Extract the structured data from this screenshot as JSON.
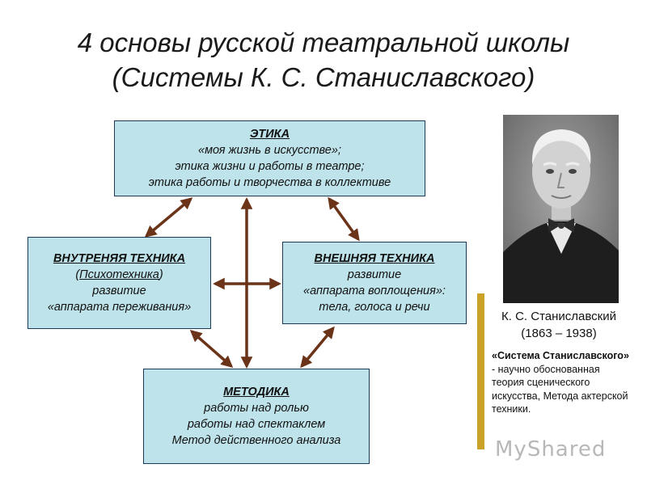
{
  "title": {
    "line1": "4 основы русской театральной школы",
    "line2": "(Системы К. С. Станиславского)"
  },
  "boxes": {
    "ethics": {
      "heading": "ЭТИКА",
      "lines": [
        "«моя жизнь в искусстве»;",
        "этика жизни и работы в театре;",
        "этика работы и творчества в коллективе"
      ]
    },
    "inner": {
      "heading": "ВНУТРЕНЯЯ ТЕХНИКА",
      "sub_open": "(",
      "sub_word": "Психотехника",
      "sub_close": ")",
      "lines": [
        "развитие",
        "«аппарата переживания»"
      ]
    },
    "outer": {
      "heading": "ВНЕШНЯЯ ТЕХНИКА",
      "lines": [
        "развитие",
        "«аппарата воплощения»:",
        "тела, голоса и речи"
      ]
    },
    "method": {
      "heading": "МЕТОДИКА",
      "lines": [
        "работы над ролью",
        "работы над спектаклем",
        "Метод действенного анализа"
      ]
    }
  },
  "portrait": {
    "caption_name": "К. С. Станиславский",
    "caption_years": "(1863 – 1938)"
  },
  "description": {
    "bold": "«Система Станиславского»",
    "rest": " - научно обоснованная теория сценического искусства, Метода актерской техники."
  },
  "watermark": "MyShared",
  "colors": {
    "box_fill": "#bfe3ea",
    "box_border": "#1c3a57",
    "arrow": "#6b3318",
    "accent_bar": "#c9a227"
  }
}
